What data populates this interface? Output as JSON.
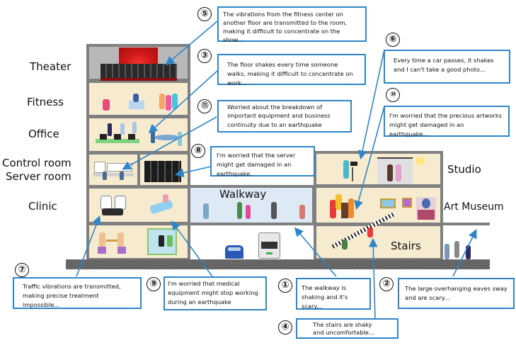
{
  "floors": {
    "theater": "Theater",
    "fitness": "Fitness",
    "office": "Office",
    "control_room": "Control room",
    "server_room": "Server room",
    "clinic": "Clinic",
    "walkway": "Walkway",
    "studio": "Studio",
    "art_museum": "Art Museum",
    "stairs": "Stairs"
  },
  "callouts": [
    {
      "number": "⑤",
      "text": "The vibrations from the fitness center on another floor are transmitted to the room, making it difficult to concentrate on the show..."
    },
    {
      "number": "③",
      "text": "The floor shakes every time someone walks, making it difficult to concentrate on work..."
    },
    {
      "number": "⑪",
      "text": "Worried about the breakdown of important equipment and business continuity due to an earthquake"
    },
    {
      "number": "⑧",
      "text": "I'm worried that the server might get damaged in an earthquake."
    },
    {
      "number": "⑥",
      "text": "Every time a car passes, it shakes and I can't take a good photo..."
    },
    {
      "number": "⑩",
      "text": "I'm worried that the precious artworks might get damaged in an earthquake..."
    },
    {
      "number": "⑦",
      "text": "Traffic vibrations are transmitted, making precise treatment impossible..."
    },
    {
      "number": "⑨",
      "text": "I'm worried that medical equipment might stop working during an earthquake"
    },
    {
      "number": "①",
      "text": "The walkway is shaking and it's scary..."
    },
    {
      "number": "②",
      "text": "The large overhanging eaves sway and are scary..."
    },
    {
      "number": "④",
      "text": "The stairs are shaky and uncomfortable..."
    }
  ],
  "colors": {
    "callout_border": "#2e86c8",
    "arrow": "#2e86c8",
    "room_fill": "#f7ebcf",
    "walkway_fill": "#dde9f5",
    "wall": "#808080",
    "curtain": "#d41a1a"
  }
}
